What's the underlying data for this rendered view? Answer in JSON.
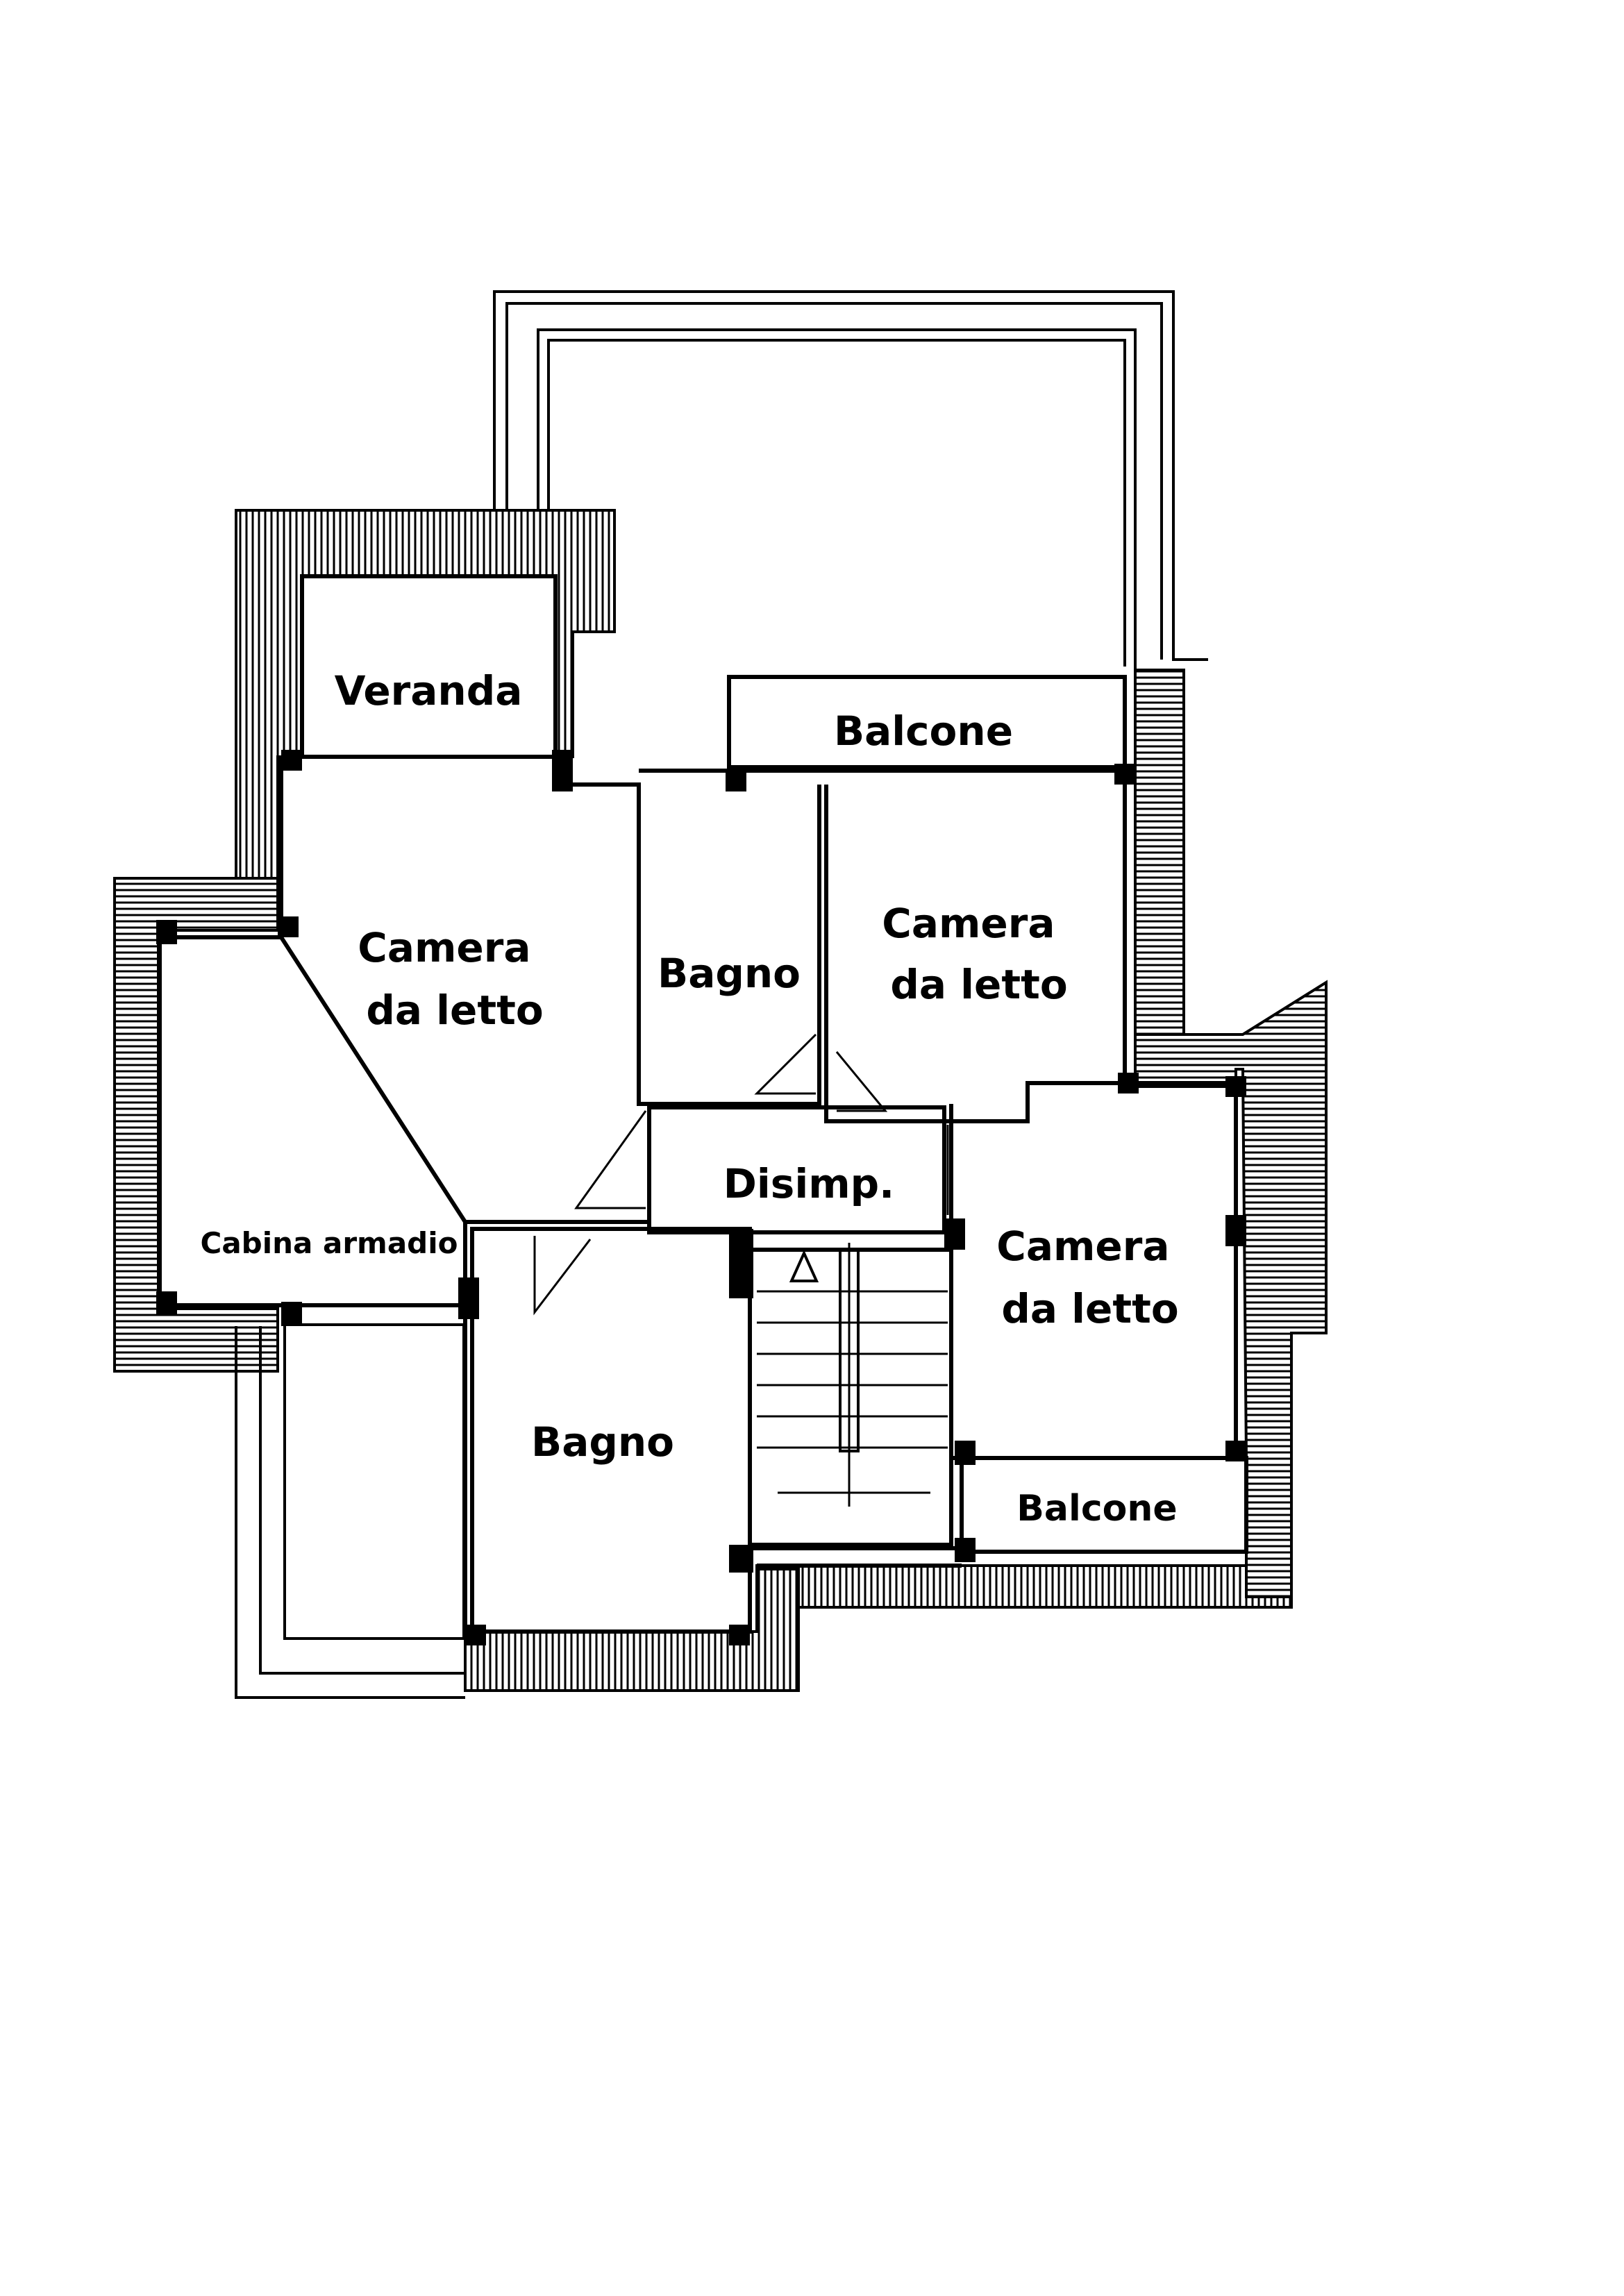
{
  "colors": {
    "line": "#000000",
    "paper": "#ffffff",
    "hatch": "#000000"
  },
  "rooms": {
    "veranda": "Veranda",
    "balcone_top": "Balcone",
    "camera_1": [
      "Camera",
      "da letto"
    ],
    "bagno_1": "Bagno",
    "camera_2": [
      "Camera",
      "da letto"
    ],
    "cabina": "Cabina armadio",
    "disimpegno": "Disimp.",
    "camera_3": [
      "Camera",
      "da letto"
    ],
    "bagno_2": "Bagno",
    "balcone_bottom": "Balcone"
  }
}
